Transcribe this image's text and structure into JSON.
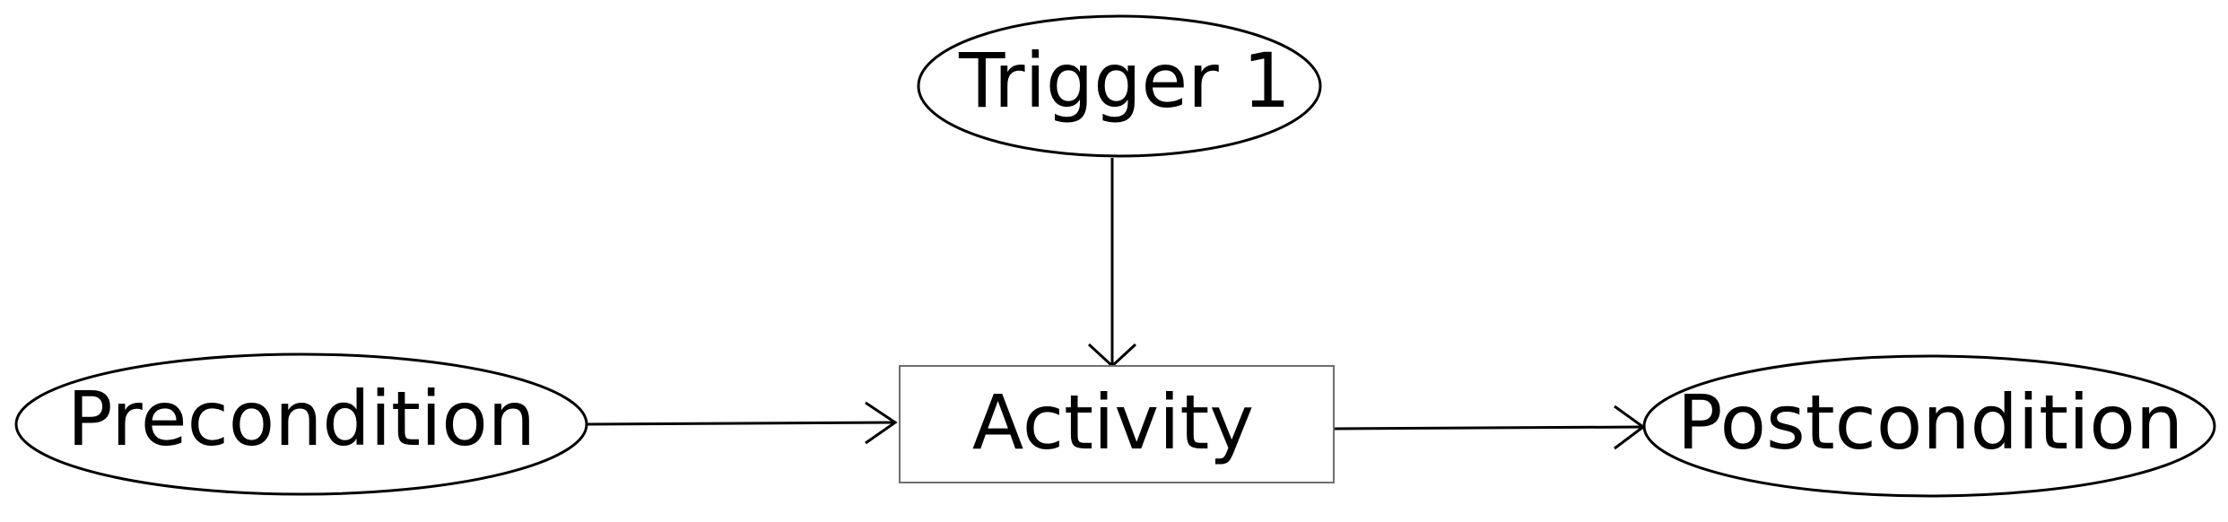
{
  "diagram": {
    "nodes": {
      "trigger": {
        "label": "Trigger 1",
        "shape": "ellipse"
      },
      "precondition": {
        "label": "Precondition",
        "shape": "ellipse"
      },
      "activity": {
        "label": "Activity",
        "shape": "rectangle"
      },
      "postcondition": {
        "label": "Postcondition",
        "shape": "ellipse"
      }
    },
    "edges": [
      {
        "from": "trigger",
        "to": "activity"
      },
      {
        "from": "precondition",
        "to": "activity"
      },
      {
        "from": "activity",
        "to": "postcondition"
      }
    ],
    "colors": {
      "stroke": "#000000",
      "box_stroke": "#6e6e6e",
      "background": "#ffffff"
    }
  }
}
